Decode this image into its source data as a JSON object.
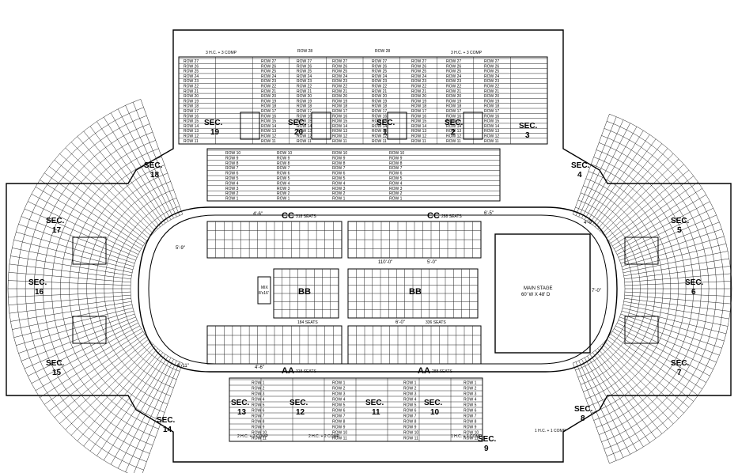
{
  "stage": {
    "title": "MAIN STAGE",
    "size": "60' W X 48' D"
  },
  "mix": {
    "label": "MIX",
    "size": "8'x16'"
  },
  "floor_sections": [
    {
      "id": "cc-left",
      "label": "CC",
      "seats": "318 SEATS"
    },
    {
      "id": "cc-right",
      "label": "CC",
      "seats": "288 SEATS"
    },
    {
      "id": "bb-left",
      "label": "BB",
      "seats": "184 SEATS"
    },
    {
      "id": "bb-right",
      "label": "BB",
      "seats": "336 SEATS"
    },
    {
      "id": "aa-left",
      "label": "AA",
      "seats": "318 SEATS"
    },
    {
      "id": "aa-right",
      "label": "AA",
      "seats": "288 SEATS"
    }
  ],
  "sections": [
    {
      "num": "1",
      "label": "SEC."
    },
    {
      "num": "2",
      "label": "SEC."
    },
    {
      "num": "3",
      "label": "SEC."
    },
    {
      "num": "4",
      "label": "SEC."
    },
    {
      "num": "5",
      "label": "SEC."
    },
    {
      "num": "6",
      "label": "SEC."
    },
    {
      "num": "7",
      "label": "SEC."
    },
    {
      "num": "8",
      "label": "SEC."
    },
    {
      "num": "9",
      "label": "SEC."
    },
    {
      "num": "10",
      "label": "SEC."
    },
    {
      "num": "11",
      "label": "SEC."
    },
    {
      "num": "12",
      "label": "SEC."
    },
    {
      "num": "13",
      "label": "SEC."
    },
    {
      "num": "14",
      "label": "SEC."
    },
    {
      "num": "15",
      "label": "SEC."
    },
    {
      "num": "16",
      "label": "SEC."
    },
    {
      "num": "17",
      "label": "SEC."
    },
    {
      "num": "18",
      "label": "SEC."
    },
    {
      "num": "19",
      "label": "SEC."
    },
    {
      "num": "20",
      "label": "SEC."
    }
  ],
  "dimensions": {
    "aisle_6_5": "6'-5\"",
    "aisle_4_6": "4'-6\"",
    "aisle_6_0": "6'-0\"",
    "aisle_5_0": "5'-0\"",
    "aisle_110": "110'-0\"",
    "aisle_5_9": "5'-9\"",
    "aisle_4_0": "4'-0\"",
    "aisle_7_0": "7'-0\"",
    "aisle_6_11": "6'-11\""
  },
  "row_labels_top": [
    "ROW 27",
    "ROW 26",
    "ROW 25",
    "ROW 24",
    "ROW 23",
    "ROW 22",
    "ROW 21",
    "ROW 20",
    "ROW 19",
    "ROW 18",
    "ROW 17",
    "ROW 16",
    "ROW 15",
    "ROW 14",
    "ROW 13",
    "ROW 12",
    "ROW 11",
    "ROW 10",
    "ROW 9",
    "ROW 8",
    "ROW 7",
    "ROW 6",
    "ROW 5",
    "ROW 4",
    "ROW 3",
    "ROW 2",
    "ROW 1"
  ],
  "row_labels_bottom": [
    "ROW 1",
    "ROW 2",
    "ROW 3",
    "ROW 4",
    "ROW 5",
    "ROW 6",
    "ROW 7",
    "ROW 8",
    "ROW 9",
    "ROW 10",
    "ROW 11"
  ],
  "top_header": {
    "hc_left": "3 H.C. + 3 COMP",
    "hc_right": "3 H.C. + 3 COMP",
    "row28": "ROW 28"
  },
  "bottom_notes": {
    "hc1": "2 H.C. + 2 COMP",
    "hc2": "1 H.C. + 1 COMP"
  }
}
